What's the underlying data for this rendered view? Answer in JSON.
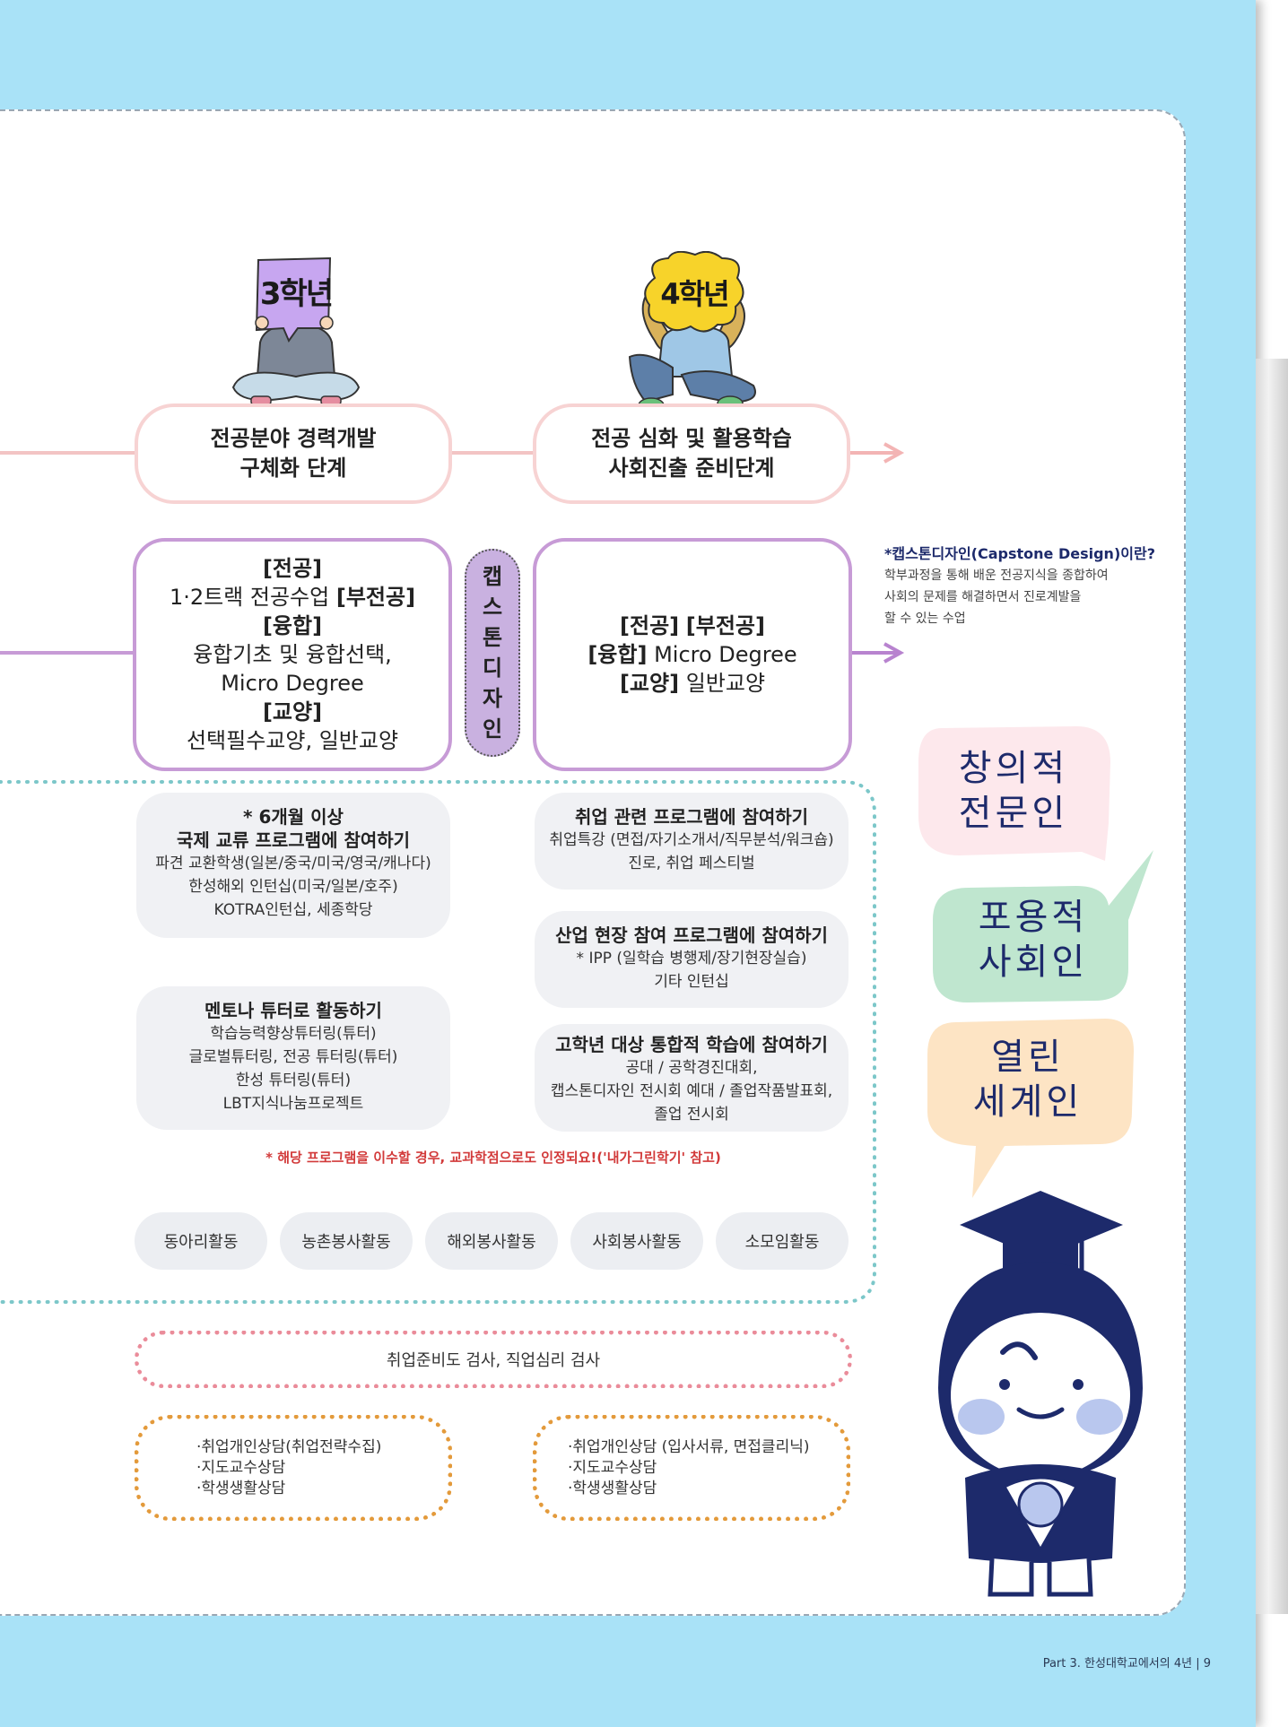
{
  "stages": {
    "year3": {
      "badge": "3학년",
      "line1": "전공분야 경력개발",
      "line2": "구체화 단계"
    },
    "year4": {
      "badge": "4학년",
      "line1": "전공 심화 및 활용학습",
      "line2": "사회진출 준비단계"
    }
  },
  "curriculum": {
    "left": {
      "major_tag": "[전공]",
      "major_text": "1·2트랙 전공수업",
      "minor_tag": "[부전공]",
      "fusion_tag": "[융합]",
      "fusion_text1": "융합기초 및 융합선택,",
      "fusion_text2": "Micro Degree",
      "liberal_tag": "[교양]",
      "liberal_text": "선택필수교양, 일반교양"
    },
    "capstone_vertical": [
      "캡",
      "스",
      "톤",
      "디",
      "자",
      "인"
    ],
    "right": {
      "major_tag": "[전공]",
      "minor_tag": "[부전공]",
      "fusion_tag": "[융합]",
      "fusion_text": "Micro Degree",
      "liberal_tag": "[교양]",
      "liberal_text": "일반교양"
    }
  },
  "capstone_note": {
    "title": "*캡스톤디자인(Capstone Design)이란?",
    "line1": "학부과정을 통해 배운 전공지식을 종합하여",
    "line2": "사회의 문제를 해결하면서 진로계발을",
    "line3": "할 수 있는 수업"
  },
  "programs": {
    "intl": {
      "title1": "* 6개월 이상",
      "title2": "국제 교류 프로그램에 참여하기",
      "l1": "파견 교환학생(일본/중국/미국/영국/캐나다)",
      "l2": "한성해외 인턴십(미국/일본/호주)",
      "l3": "KOTRA인턴십, 세종학당"
    },
    "mentor": {
      "title": "멘토나 튜터로 활동하기",
      "l1": "학습능력향상튜터링(튜터)",
      "l2": "글로벌튜터링, 전공 튜터링(튜터)",
      "l3": "한성 튜터링(튜터)",
      "l4": "LBT지식나눔프로젝트"
    },
    "job": {
      "title": "취업 관련 프로그램에 참여하기",
      "l1": "취업특강 (면접/자기소개서/직무분석/워크숍)",
      "l2": "진로, 취업 페스티벌"
    },
    "industry": {
      "title": "산업 현장 참여 프로그램에 참여하기",
      "l1": "* IPP (일학습 병행제/장기현장실습)",
      "l2": "기타 인턴십"
    },
    "senior": {
      "title": "고학년 대상 통합적 학습에 참여하기",
      "l1": "공대 / 공학경진대회,",
      "l2": "캡스톤디자인 전시회 예대 / 졸업작품발표회,",
      "l3": "졸업 전시회"
    }
  },
  "credit_note": "* 해당 프로그램을 이수할 경우, 교과학점으로도 인정되요!('내가그린학기' 참고)",
  "activities": [
    "동아리활동",
    "농촌봉사활동",
    "해외봉사활동",
    "사회봉사활동",
    "소모임활동"
  ],
  "tests": "취업준비도 검사, 직업심리 검사",
  "counsel_left": [
    "·취업개인상담(취업전략수집)",
    "·지도교수상담",
    "·학생생활상담"
  ],
  "counsel_right": [
    "·취업개인상담 (입사서류, 면접클리닉)",
    "·지도교수상담",
    "·학생생활상담"
  ],
  "bubbles": {
    "b1": [
      "창의적",
      "전문인"
    ],
    "b2": [
      "포용적",
      "사회인"
    ],
    "b3": [
      "열린",
      "세계인"
    ]
  },
  "colors": {
    "sky": "#a9e2f7",
    "pink": "#f7d3d3",
    "purple": "#c79bd6",
    "teal": "#7cc7c9",
    "orange": "#e39a3b",
    "navy": "#1d2a6b",
    "red": "#d23a3a"
  },
  "footer": "Part 3. 한성대학교에서의 4년 | 9"
}
